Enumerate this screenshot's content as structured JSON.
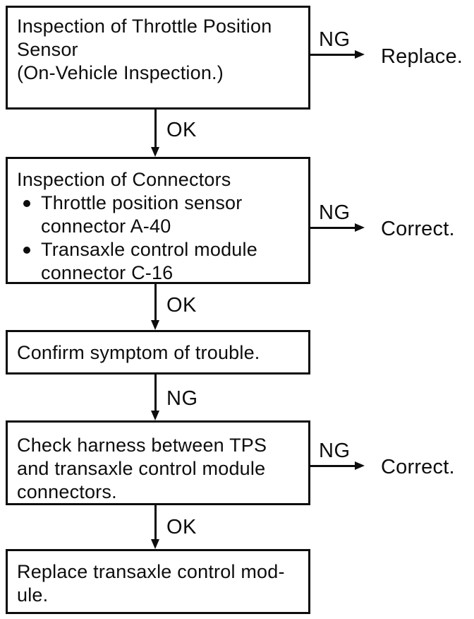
{
  "flowchart": {
    "colors": {
      "ink": "#0d0d0d",
      "background": "#ffffff"
    },
    "boxes": [
      {
        "text": "Inspection of Throttle Position\nSensor\n(On-Vehicle Inspection.)"
      },
      {
        "title": "Inspection of Connectors",
        "bullets": [
          {
            "text": "Throttle position sensor\nconnector A-40"
          },
          {
            "text": "Transaxle control module\nconnector C-16"
          }
        ]
      },
      {
        "text": "Confirm symptom of trouble."
      },
      {
        "text": "Check harness between TPS\nand transaxle control module\nconnectors."
      },
      {
        "text": "Replace transaxle control mod-\nule."
      }
    ],
    "down_connectors": [
      {
        "label": "OK"
      },
      {
        "label": "OK"
      },
      {
        "label": "NG"
      },
      {
        "label": "OK"
      }
    ],
    "branches": [
      {
        "label": "NG",
        "result": "Replace."
      },
      {
        "label": "NG",
        "result": "Correct."
      },
      {
        "label": "NG",
        "result": "Correct."
      }
    ]
  }
}
